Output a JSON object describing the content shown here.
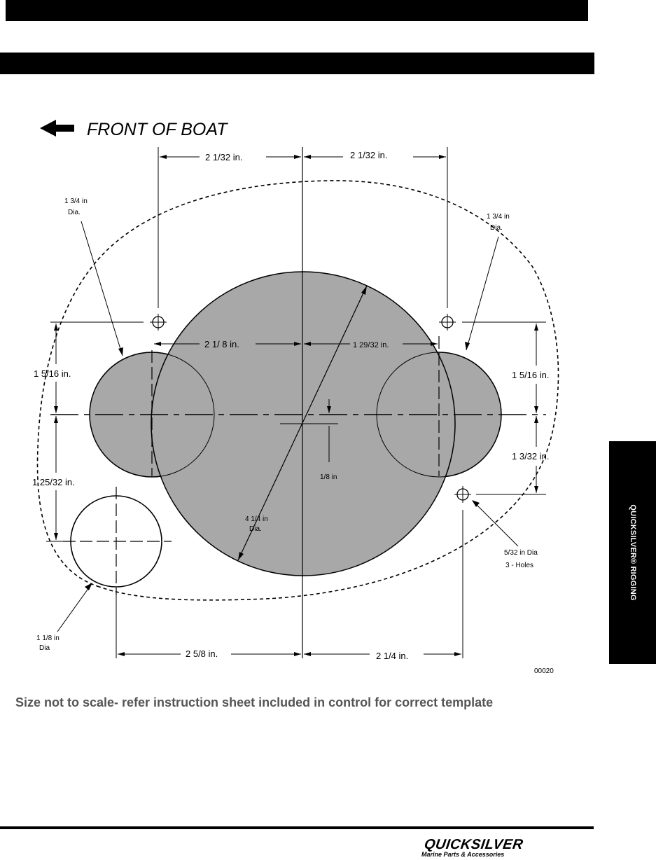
{
  "side_tab": {
    "label": "QUICKSILVER® RIGGING"
  },
  "diagram": {
    "heading": "FRONT OF BOAT",
    "dims": {
      "top_left": "2 1/32  in.",
      "top_right": "2 1/32  in.",
      "mid_left": "2 1/ 8  in.",
      "mid_right": "1 29/32 in.",
      "left_side": "1 5/16  in.",
      "right_side": "1 5/16  in.",
      "right_lower": "1 3/32  in.",
      "left_lower": "1 25/32  in.",
      "small_offset": "1/8 in",
      "bottom_left": "2 5/8  in.",
      "bottom_right": "2 1/4  in."
    },
    "callouts": {
      "left_hole_line1": "1 3/4 in",
      "left_hole_line2": "Dia.",
      "right_hole_line1": "1 3/4 in",
      "right_hole_line2": "Dia.",
      "center_hole_line1": "4 1/4 in",
      "center_hole_line2": "Dia.",
      "small_holes_line1": "5/32 in Dia",
      "small_holes_line2": "3 -  Holes",
      "lower_hole_line1": "1 1/8 in",
      "lower_hole_line2": "Dia"
    },
    "figure_code": "00020"
  },
  "note": "Size not to scale- refer instruction sheet included in control for correct template",
  "logo": {
    "wordmark": "QUICKSILVER",
    "tagline": "Marine Parts & Accessories"
  }
}
